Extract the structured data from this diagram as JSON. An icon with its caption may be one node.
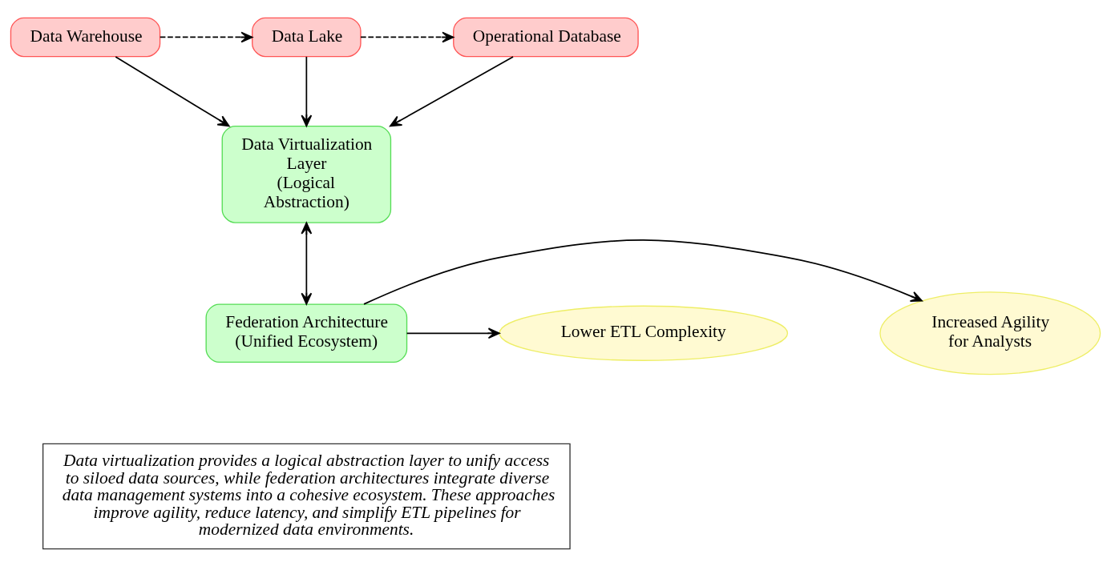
{
  "diagram": {
    "nodes": [
      {
        "text": [
          "Data Warehouse"
        ]
      },
      {
        "text": [
          "Data Lake"
        ]
      },
      {
        "text": [
          "Operational Database"
        ]
      },
      {
        "text": [
          "Data Virtualization Layer",
          "(Logical Abstraction)"
        ]
      },
      {
        "text": [
          "Federation Architecture",
          "(Unified Ecosystem)"
        ]
      },
      {
        "text": [
          "Increased Agility for Analysts"
        ]
      },
      {
        "text": [
          "Lower ETL Complexity"
        ]
      },
      {
        "text": [
          "Data virtualization provides a logical abstraction layer to unify access to siloed data sources, while federation architectures integrate diverse data management systems into a cohesive ecosystem. These approaches improve agility, reduce latency, and simplify ETL pipelines for modernized data environments."
        ]
      }
    ],
    "edges": [
      {
        "from": 0,
        "to": 1,
        "arrow": "to",
        "style": "dashed"
      },
      {
        "from": 1,
        "to": 2,
        "arrow": "to",
        "style": "dashed"
      },
      {
        "from": 0,
        "to": 3,
        "arrow": "to"
      },
      {
        "from": 1,
        "to": 3,
        "arrow": "to"
      },
      {
        "from": 2,
        "to": 3,
        "arrow": "to"
      },
      {
        "from": 3,
        "to": 4,
        "arrow": "both"
      },
      {
        "from": 4,
        "to": 5,
        "arrow": "to"
      },
      {
        "from": 4,
        "to": 6,
        "arrow": "to"
      }
    ]
  }
}
